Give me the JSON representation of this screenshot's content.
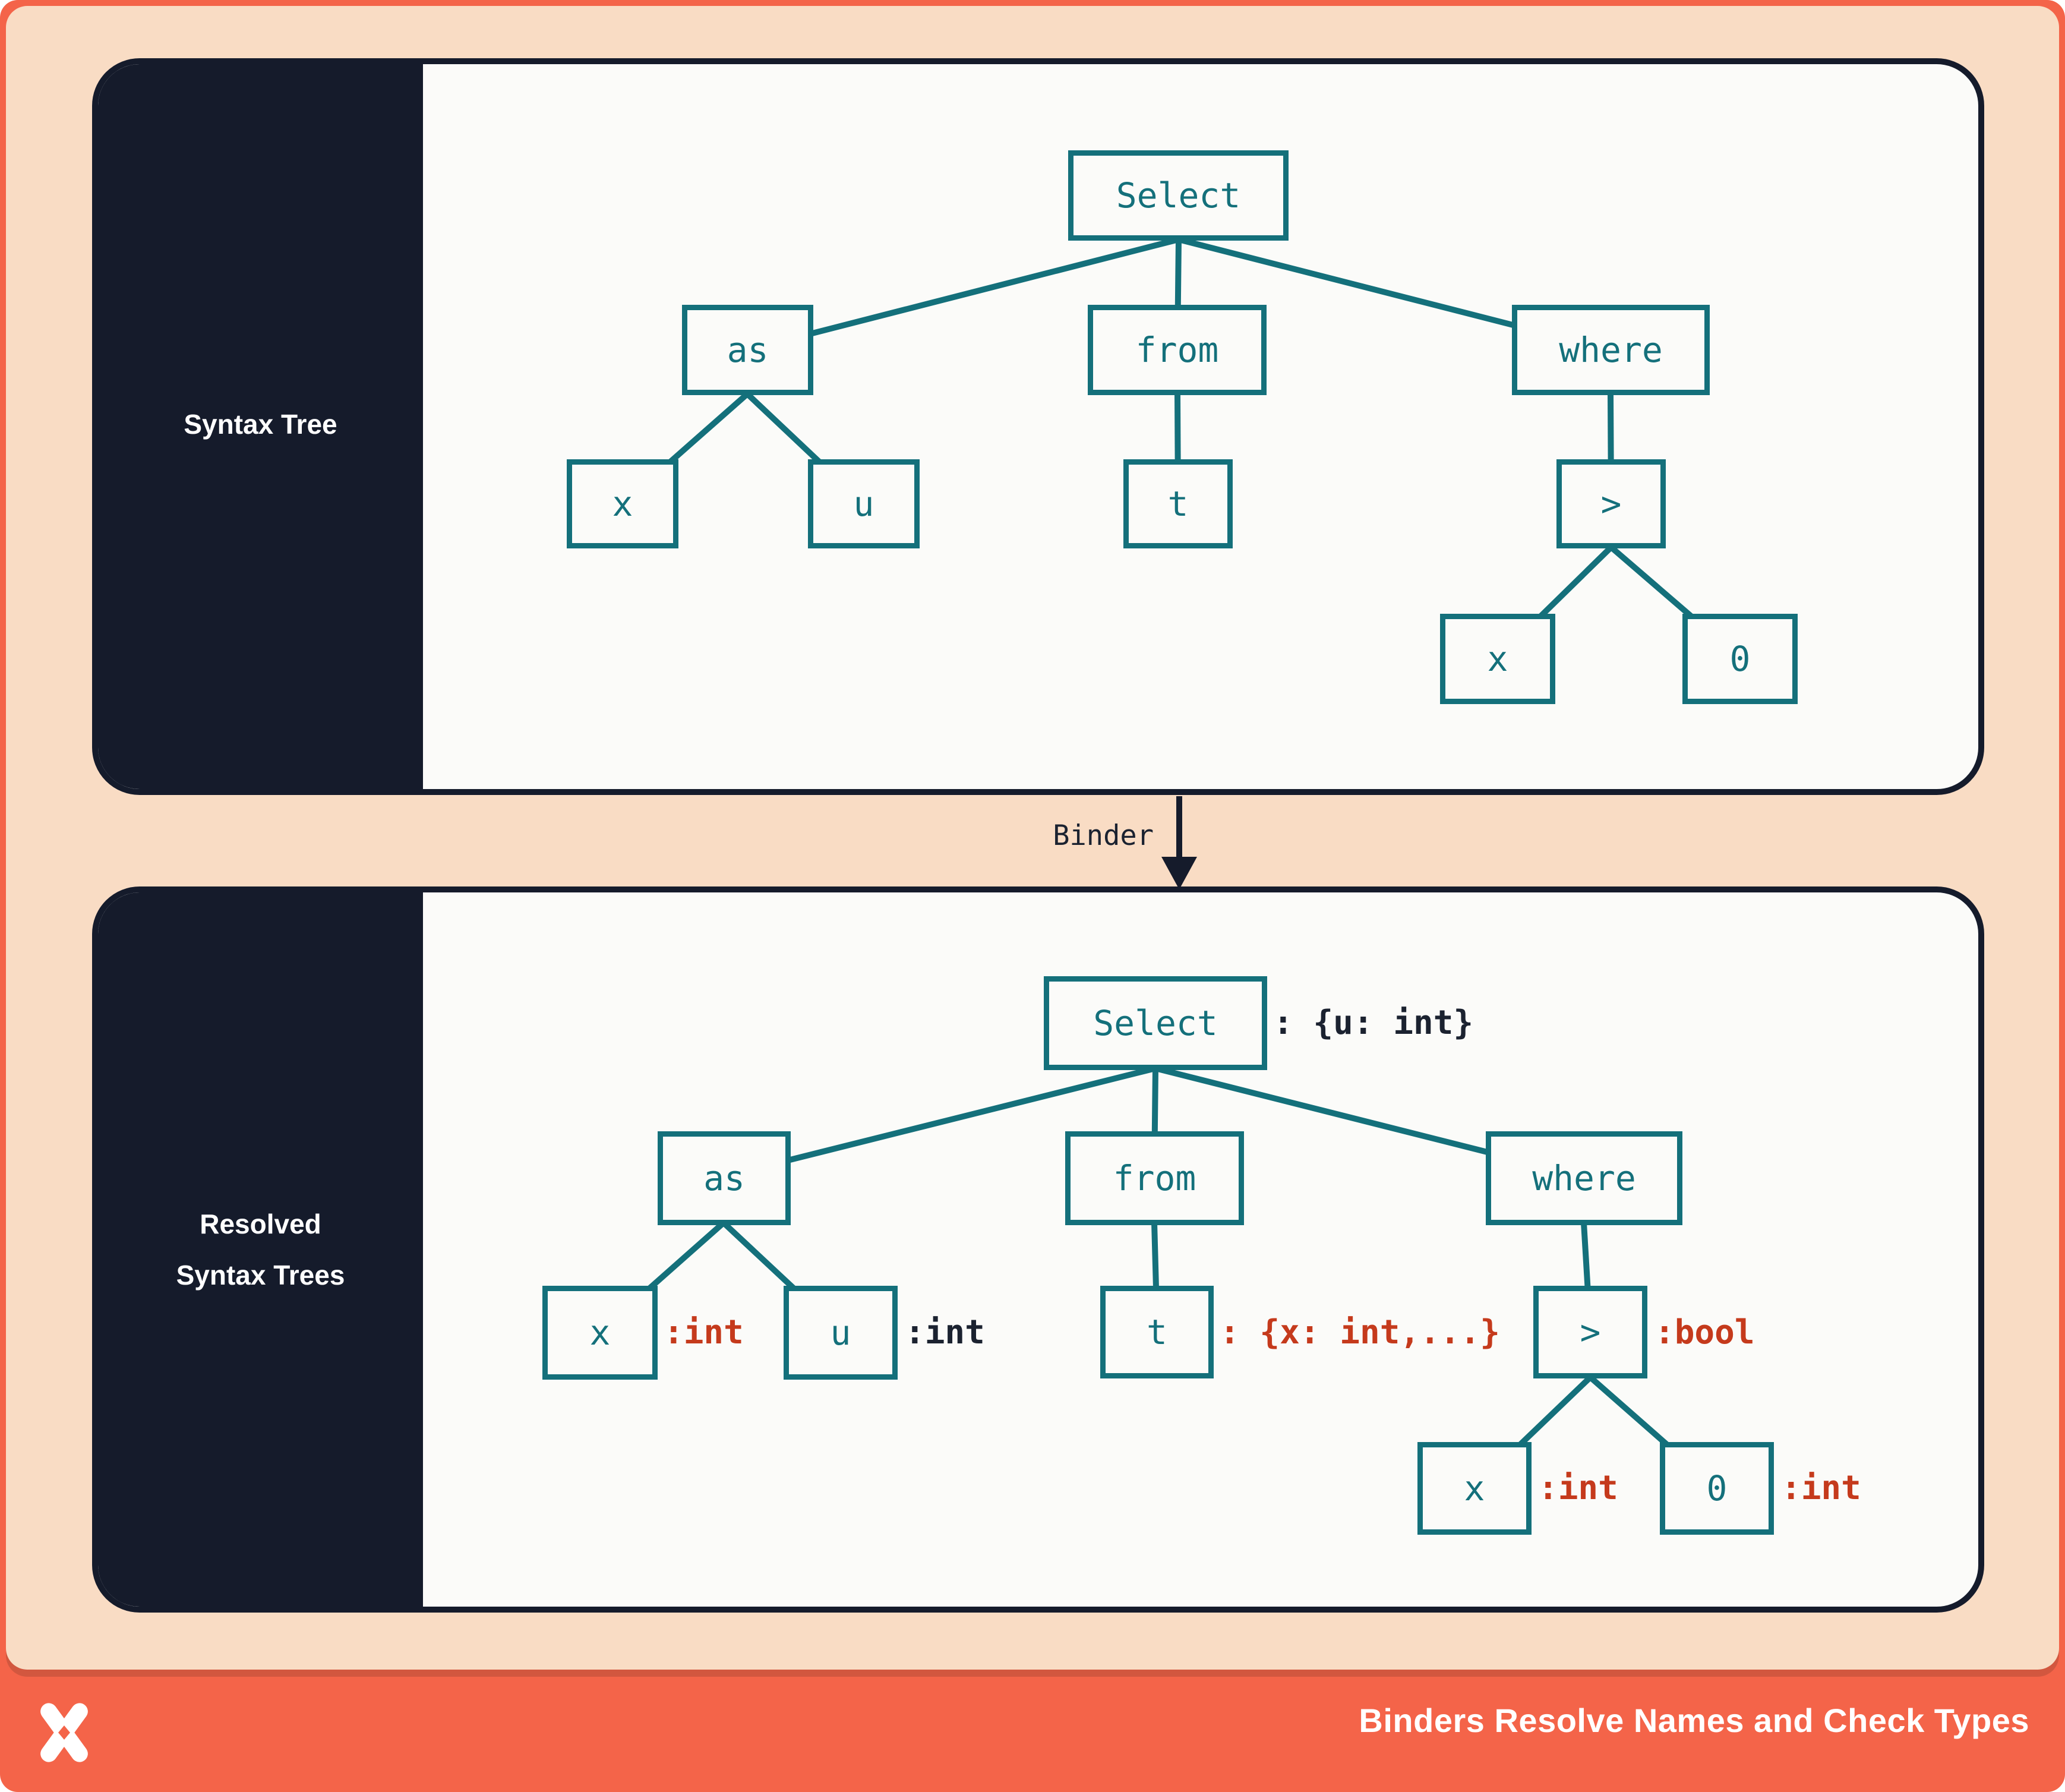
{
  "palette": {
    "frame_orange": "#F46449",
    "peach_background": "#F9DCC4",
    "navy": "#151B2B",
    "panel_background": "#FBFBF9",
    "teal": "#14707B",
    "annotation_red": "#C53A1C",
    "annotation_dark": "#1B2230",
    "white": "#FFFFFF"
  },
  "top_panel": {
    "title": "Syntax Tree"
  },
  "bottom_panel": {
    "title_line1": "Resolved",
    "title_line2": "Syntax Trees"
  },
  "binder": {
    "label": "Binder"
  },
  "top_tree": {
    "select": "Select",
    "as": "as",
    "from": "from",
    "where": "where",
    "x_left": "x",
    "u": "u",
    "t": "t",
    "gt": ">",
    "x_right": "x",
    "zero": "0"
  },
  "bottom_tree": {
    "select": "Select",
    "as": "as",
    "from": "from",
    "where": "where",
    "x_left": "x",
    "u": "u",
    "t": "t",
    "gt": ">",
    "x_right": "x",
    "zero": "0",
    "annotations": {
      "select": ": {u: int}",
      "x_left": ":int",
      "u": ":int",
      "t": ": {x: int,...}",
      "gt": ":bool",
      "x_right": ":int",
      "zero": ":int"
    }
  },
  "footer": {
    "title": "Binders Resolve Names and Check Types",
    "logo": "x-mark-logo"
  }
}
